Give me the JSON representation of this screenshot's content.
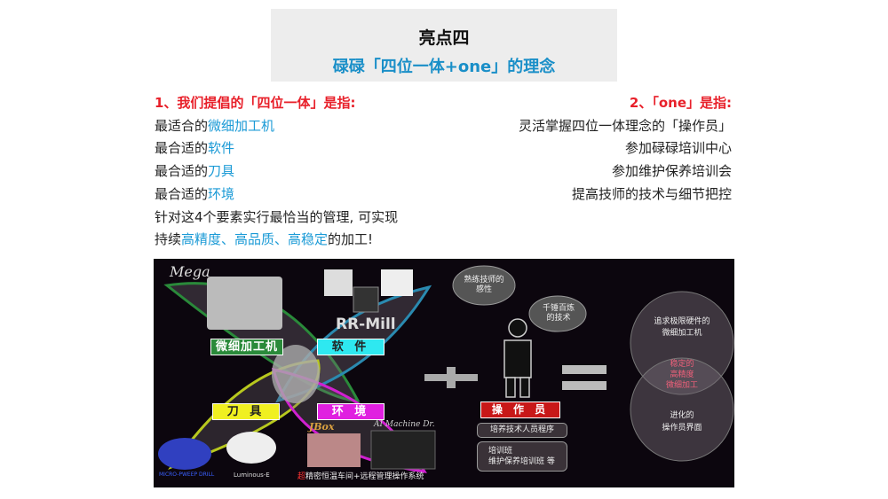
{
  "header": {
    "title": "亮点四",
    "subtitle": "碌碌「四位一体+one」的理念"
  },
  "left": {
    "heading": "1、我们提倡的「四位一体」是指:",
    "items": [
      {
        "prefix": "最适合的",
        "highlight": "微细加工机"
      },
      {
        "prefix": "最合适的",
        "highlight": "软件"
      },
      {
        "prefix": "最合适的",
        "highlight": "刀具"
      },
      {
        "prefix": "最合适的",
        "highlight": "环境"
      }
    ],
    "line5": "针对这4个要素实行最恰当的管理, 可实现",
    "line6": {
      "a": "持续",
      "b": "高精度、高品质、高稳定",
      "c": "的加工!"
    }
  },
  "right": {
    "heading": "2、「one」是指:",
    "items": [
      "灵活掌握四位一体理念的「操作员」",
      "参加碌碌培训中心",
      "参加维护保养培训会",
      "提高技师的技术与细节把控"
    ]
  },
  "diagram": {
    "mega": "Mega",
    "rrmill": "RR-Mill",
    "machine": "微细加工机",
    "software": "软 件",
    "tool": "刀 具",
    "env": "环 境",
    "jbox": "JBox",
    "ai": "AI Machine Dr.",
    "drill": "MICRO-PWEEP DRILL",
    "luminous": "Luminous-E",
    "env_caption_hl": "超",
    "env_caption": "精密恒温车间+远程管理操作系统",
    "bubble1": "熟练技师的感性",
    "bubble2": "千锤百炼的技术",
    "operator": "操 作 员",
    "program": "培养技术人员程序",
    "training": [
      "培训班",
      "维护保养培训班 等"
    ],
    "circle_top": [
      "追求极限硬件的",
      "微细加工机"
    ],
    "circle_mid": [
      "稳定的",
      "高精度",
      "微细加工"
    ],
    "circle_bot": [
      "进化的",
      "操作员界面"
    ]
  }
}
